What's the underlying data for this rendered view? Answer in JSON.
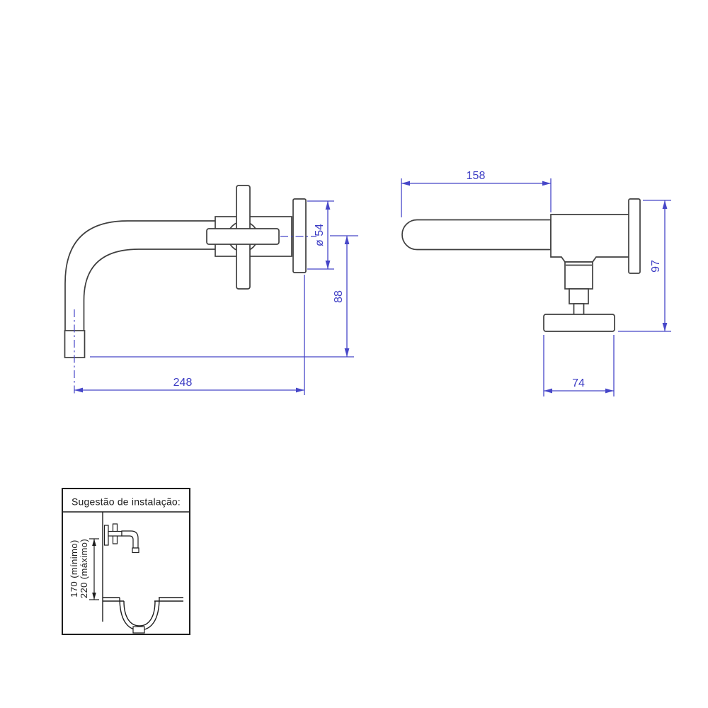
{
  "document": {
    "type": "faucet installation technical drawing",
    "background": "#ffffff"
  },
  "colors": {
    "drawing_line": "#3f3f3f",
    "dimension_blue": "#4646c8",
    "dimension_text": "#3c3cc4",
    "installation_line": "#1d1d1d"
  },
  "views": {
    "side": {
      "dims": {
        "flange_diameter": "ø 54",
        "spout_drop": "88",
        "spout_reach": "248"
      }
    },
    "top": {
      "dims": {
        "spout_length": "158",
        "total_depth": "97",
        "handle_width": "74"
      }
    }
  },
  "installation": {
    "title": "Sugestão de instalação:",
    "range_min": "170 (mínimo)",
    "range_max": "220 (máximo)"
  }
}
